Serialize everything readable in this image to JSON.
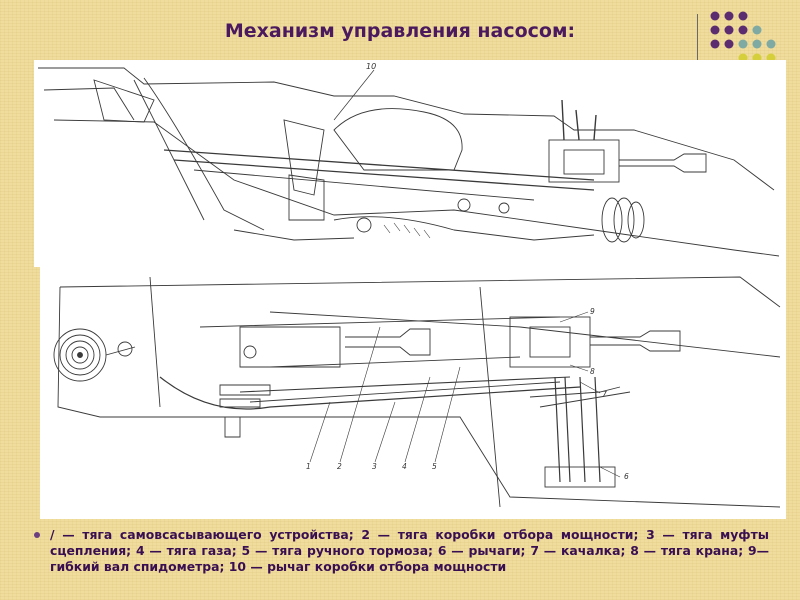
{
  "title": "Механизм управления насосом:",
  "accent_colors": {
    "title": "#4b1a5e",
    "dot_purple": "#5b2c6f",
    "dot_teal": "#7fa9a3",
    "dot_yellow": "#d4cf3a"
  },
  "figure_top": {
    "callouts": [
      "10"
    ]
  },
  "figure_bottom": {
    "callouts": [
      "1",
      "2",
      "3",
      "4",
      "5",
      "6",
      "7",
      "8",
      "9"
    ]
  },
  "caption": {
    "text": "/ — тяга самовсасывающего устройства; 2 — тяга коробки отбора мощности; 3 — тяга муфты сцепления; 4 — тяга газа; 5 — тяга ручного тормоза; 6 — рычаги; 7 — качалка; 8 — тяга крана; 9—гибкий вал спидометра; 10 — рычаг коробки отбора мощности"
  }
}
